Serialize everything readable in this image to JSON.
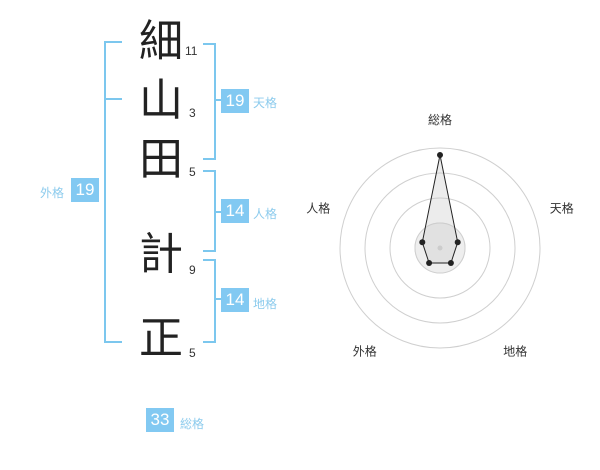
{
  "name_chars": [
    {
      "char": "細",
      "strokes": "11"
    },
    {
      "char": "山",
      "strokes": "3"
    },
    {
      "char": "田",
      "strokes": "5"
    },
    {
      "char": "計",
      "strokes": "9"
    },
    {
      "char": "正",
      "strokes": "5"
    }
  ],
  "fortunes": {
    "tenkaku": {
      "label": "天格",
      "value": "19"
    },
    "jinkaku": {
      "label": "人格",
      "value": "14"
    },
    "chikaku": {
      "label": "地格",
      "value": "14"
    },
    "gaikaku": {
      "label": "外格",
      "value": "19"
    },
    "soukaku": {
      "label": "総格",
      "value": "33"
    }
  },
  "colors": {
    "accent": "#82c9f2",
    "bracket": "#7cc7ee",
    "label": "#8ccbed"
  },
  "chart_data": {
    "type": "radar",
    "axes": [
      "総格",
      "天格",
      "地格",
      "外格",
      "人格"
    ],
    "values": [
      5,
      1,
      1,
      1,
      1
    ],
    "max": 5,
    "rings": 4
  }
}
